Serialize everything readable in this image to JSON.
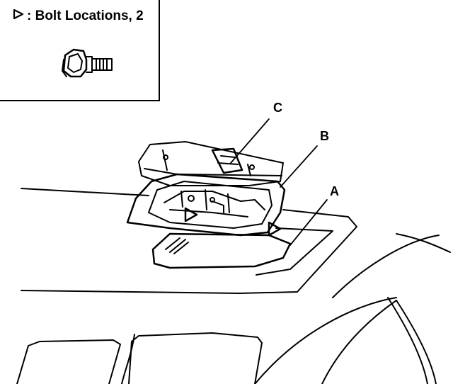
{
  "legend": {
    "marker_icon": "triangle-outline-icon",
    "text": ": Bolt Locations, 2"
  },
  "callouts": {
    "a": "A",
    "b": "B",
    "c": "C"
  },
  "colors": {
    "ink": "#000000",
    "paper": "#ffffff"
  }
}
